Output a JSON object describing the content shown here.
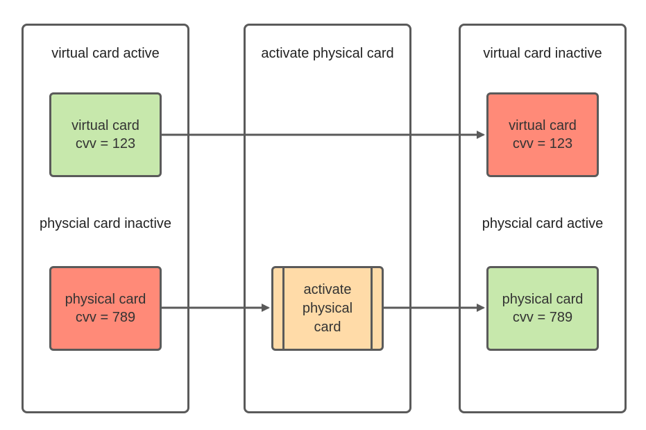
{
  "lanes": [
    {
      "id": "lane-1",
      "top_label": "virtual card active",
      "bottom_label": "physcial card inactive"
    },
    {
      "id": "lane-2",
      "top_label": "activate physical card"
    },
    {
      "id": "lane-3",
      "top_label": "virtual card inactive",
      "bottom_label": "physcial card active"
    }
  ],
  "nodes": {
    "virtual_active": {
      "line1": "virtual card",
      "line2": "cvv = 123",
      "color": "#c7e8ac"
    },
    "physical_inactive": {
      "line1": "physical card",
      "line2": "cvv = 789",
      "color": "#ff8a78"
    },
    "activate_process": {
      "line1": "activate",
      "line2": "physical",
      "line3": "card",
      "color": "#ffdba8"
    },
    "virtual_inactive": {
      "line1": "virtual card",
      "line2": "cvv = 123",
      "color": "#ff8a78"
    },
    "physical_active": {
      "line1": "physical card",
      "line2": "cvv = 789",
      "color": "#c7e8ac"
    }
  },
  "edges": [
    {
      "from": "virtual_active",
      "to": "virtual_inactive"
    },
    {
      "from": "physical_inactive",
      "to": "activate_process"
    },
    {
      "from": "activate_process",
      "to": "physical_active"
    }
  ],
  "colors": {
    "stroke": "#5a5a5a",
    "active": "#c7e8ac",
    "inactive": "#ff8a78",
    "process": "#ffdba8"
  }
}
